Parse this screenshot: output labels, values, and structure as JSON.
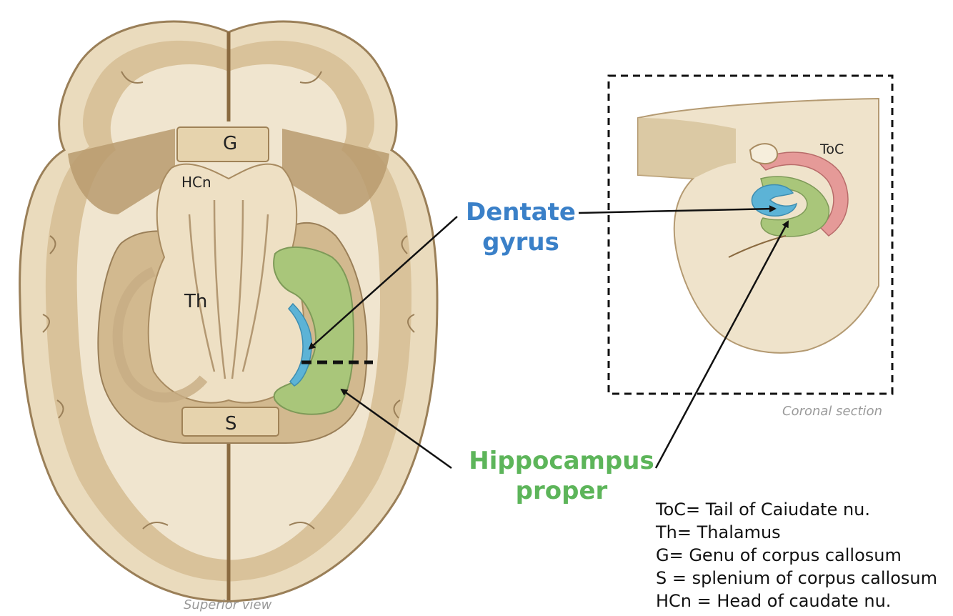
{
  "colors": {
    "dentate": "#3a80c8",
    "hippocampus": "#5db55a",
    "tissue_light": "#efe3cb",
    "tissue_dark": "#b49a72",
    "tail_caudate": "#e59a98",
    "blue_region": "#5cb3d6",
    "green_region": "#a9c67a"
  },
  "labels": {
    "dentate_line1": "Dentate",
    "dentate_line2": "gyrus",
    "hippo_line1": "Hippocampus",
    "hippo_line2": "proper"
  },
  "structures": {
    "g": "G",
    "hcn": "HCn",
    "th": "Th",
    "s": "S",
    "toc": "ToC"
  },
  "captions": {
    "superior": "Superior view",
    "coronal": "Coronal section"
  },
  "legend": [
    "ToC= Tail of Caiudate nu.",
    "Th= Thalamus",
    "G= Genu of corpus callosum",
    "S = splenium of corpus callosum",
    "HCn = Head of caudate nu."
  ]
}
